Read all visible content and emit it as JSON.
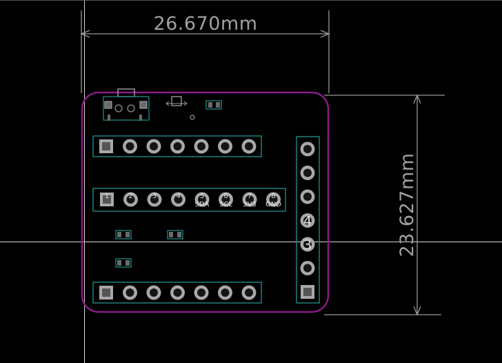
{
  "dimensions": {
    "width_label": "26.670mm",
    "height_label": "23.627mm"
  },
  "header_top": {
    "pin_count": 7,
    "first_pin_square": true
  },
  "header_labeled": {
    "pins": [
      {
        "num": "1",
        "name": ""
      },
      {
        "num": "2",
        "name": ""
      },
      {
        "num": "3",
        "name": ""
      },
      {
        "num": "4",
        "name": ""
      },
      {
        "num": "5",
        "name": "SDA"
      },
      {
        "num": "6",
        "name": "SCL"
      },
      {
        "num": "7",
        "name": "3V3"
      },
      {
        "num": "8",
        "name": "GND"
      }
    ]
  },
  "header_bottom": {
    "pin_count": 7,
    "first_pin_square": true
  },
  "header_vertical": {
    "pins": [
      "",
      "",
      "",
      "4",
      "3",
      "",
      ""
    ]
  },
  "colors": {
    "background": "#000000",
    "board_outline": "#8a1a86",
    "silkscreen": "#1f8a86",
    "pad_ring": "#a8a8a8",
    "pad_hole": "#151515",
    "dimension": "#9a9a9a",
    "crosshair": "#d8d8d8"
  }
}
